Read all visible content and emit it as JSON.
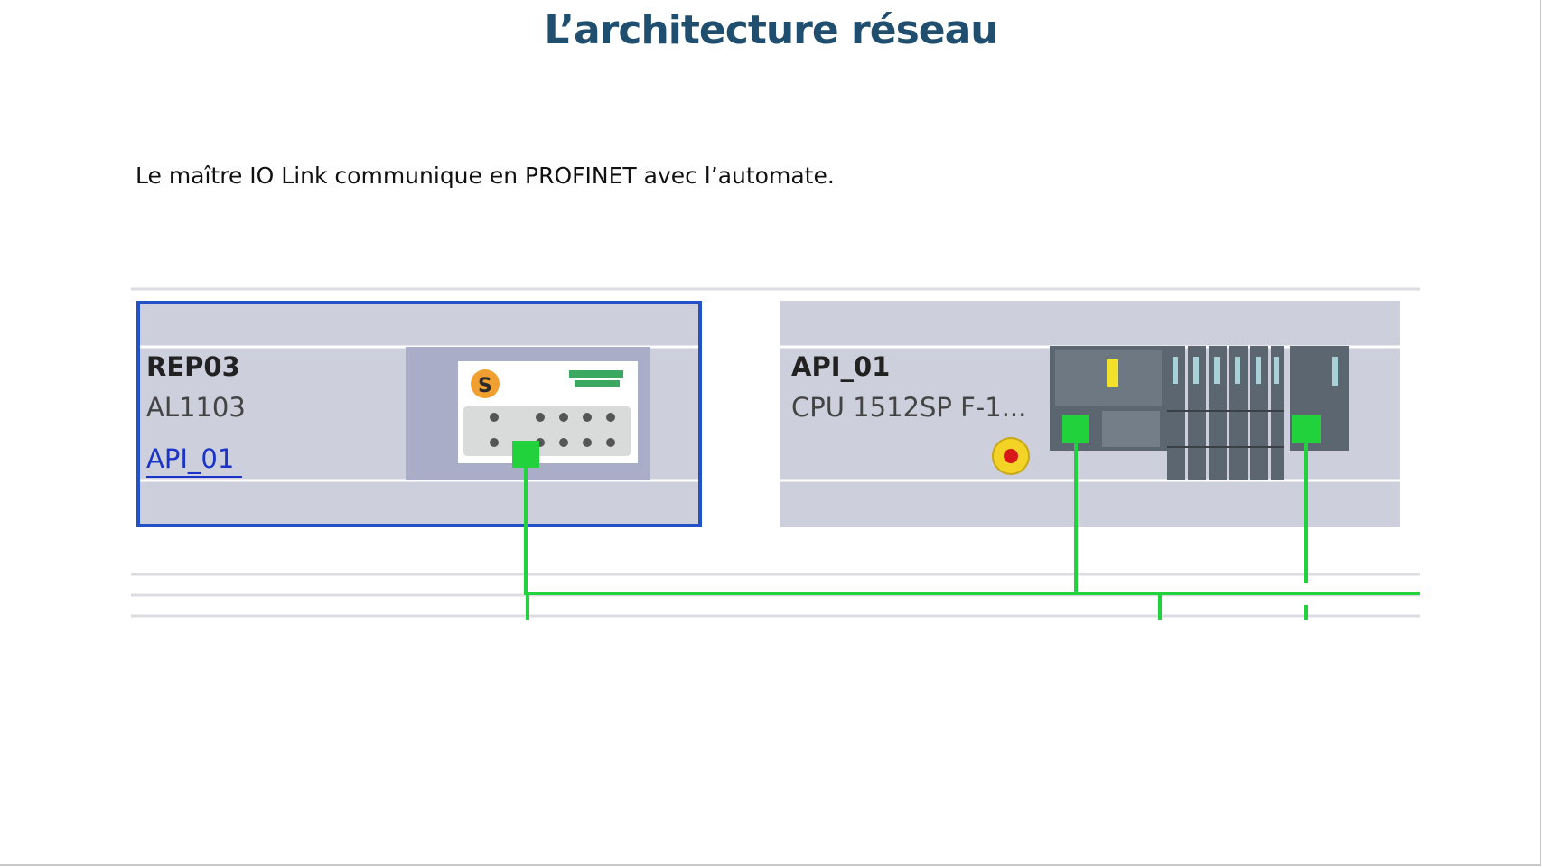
{
  "slide": {
    "title": "L’architecture réseau",
    "subtitle": "Le maître IO Link communique en PROFINET avec l’automate."
  },
  "colors": {
    "title": "#1f4e6e",
    "network_green": "#22d23c",
    "device_panel": "#cdd0dc",
    "selection_blue": "#2352c8",
    "link_blue": "#1a33c8"
  },
  "devices": [
    {
      "name": "REP03",
      "type": "AL1103",
      "link": "API_01",
      "icon": "io-link-master-icon",
      "selected": true
    },
    {
      "name": "API_01",
      "type": "CPU 1512SP F-1...",
      "icon": "plc-rack-icon",
      "selected": false
    }
  ]
}
